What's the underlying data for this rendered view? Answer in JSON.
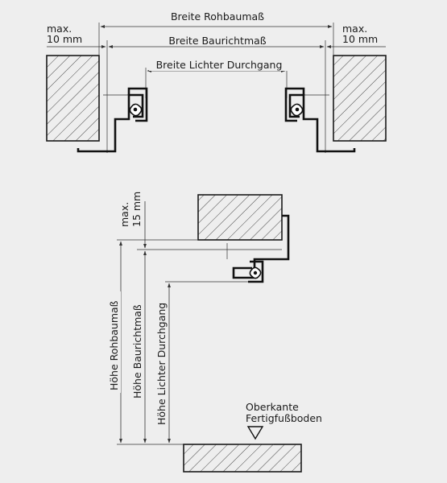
{
  "plan_view": {
    "width_rough_opening": "Breite Rohbaumaß",
    "width_construction": "Breite Baurichtmaß",
    "width_clear_passage": "Breite Lichter Durchgang",
    "tolerance_left": {
      "line1": "max.",
      "line2": "10 mm"
    },
    "tolerance_right": {
      "line1": "max.",
      "line2": "10 mm"
    }
  },
  "section_view": {
    "tolerance_top": {
      "line1": "max.",
      "line2": "15 mm"
    },
    "height_rough_opening": "Höhe Rohbaumaß",
    "height_construction": "Höhe Baurichtmaß",
    "height_clear_passage": "Höhe Lichter Durchgang",
    "floor_label": {
      "line1": "Oberkante",
      "line2": "Fertigfußboden"
    }
  },
  "colors": {
    "background": "#eeeeee",
    "line": "#111111"
  }
}
